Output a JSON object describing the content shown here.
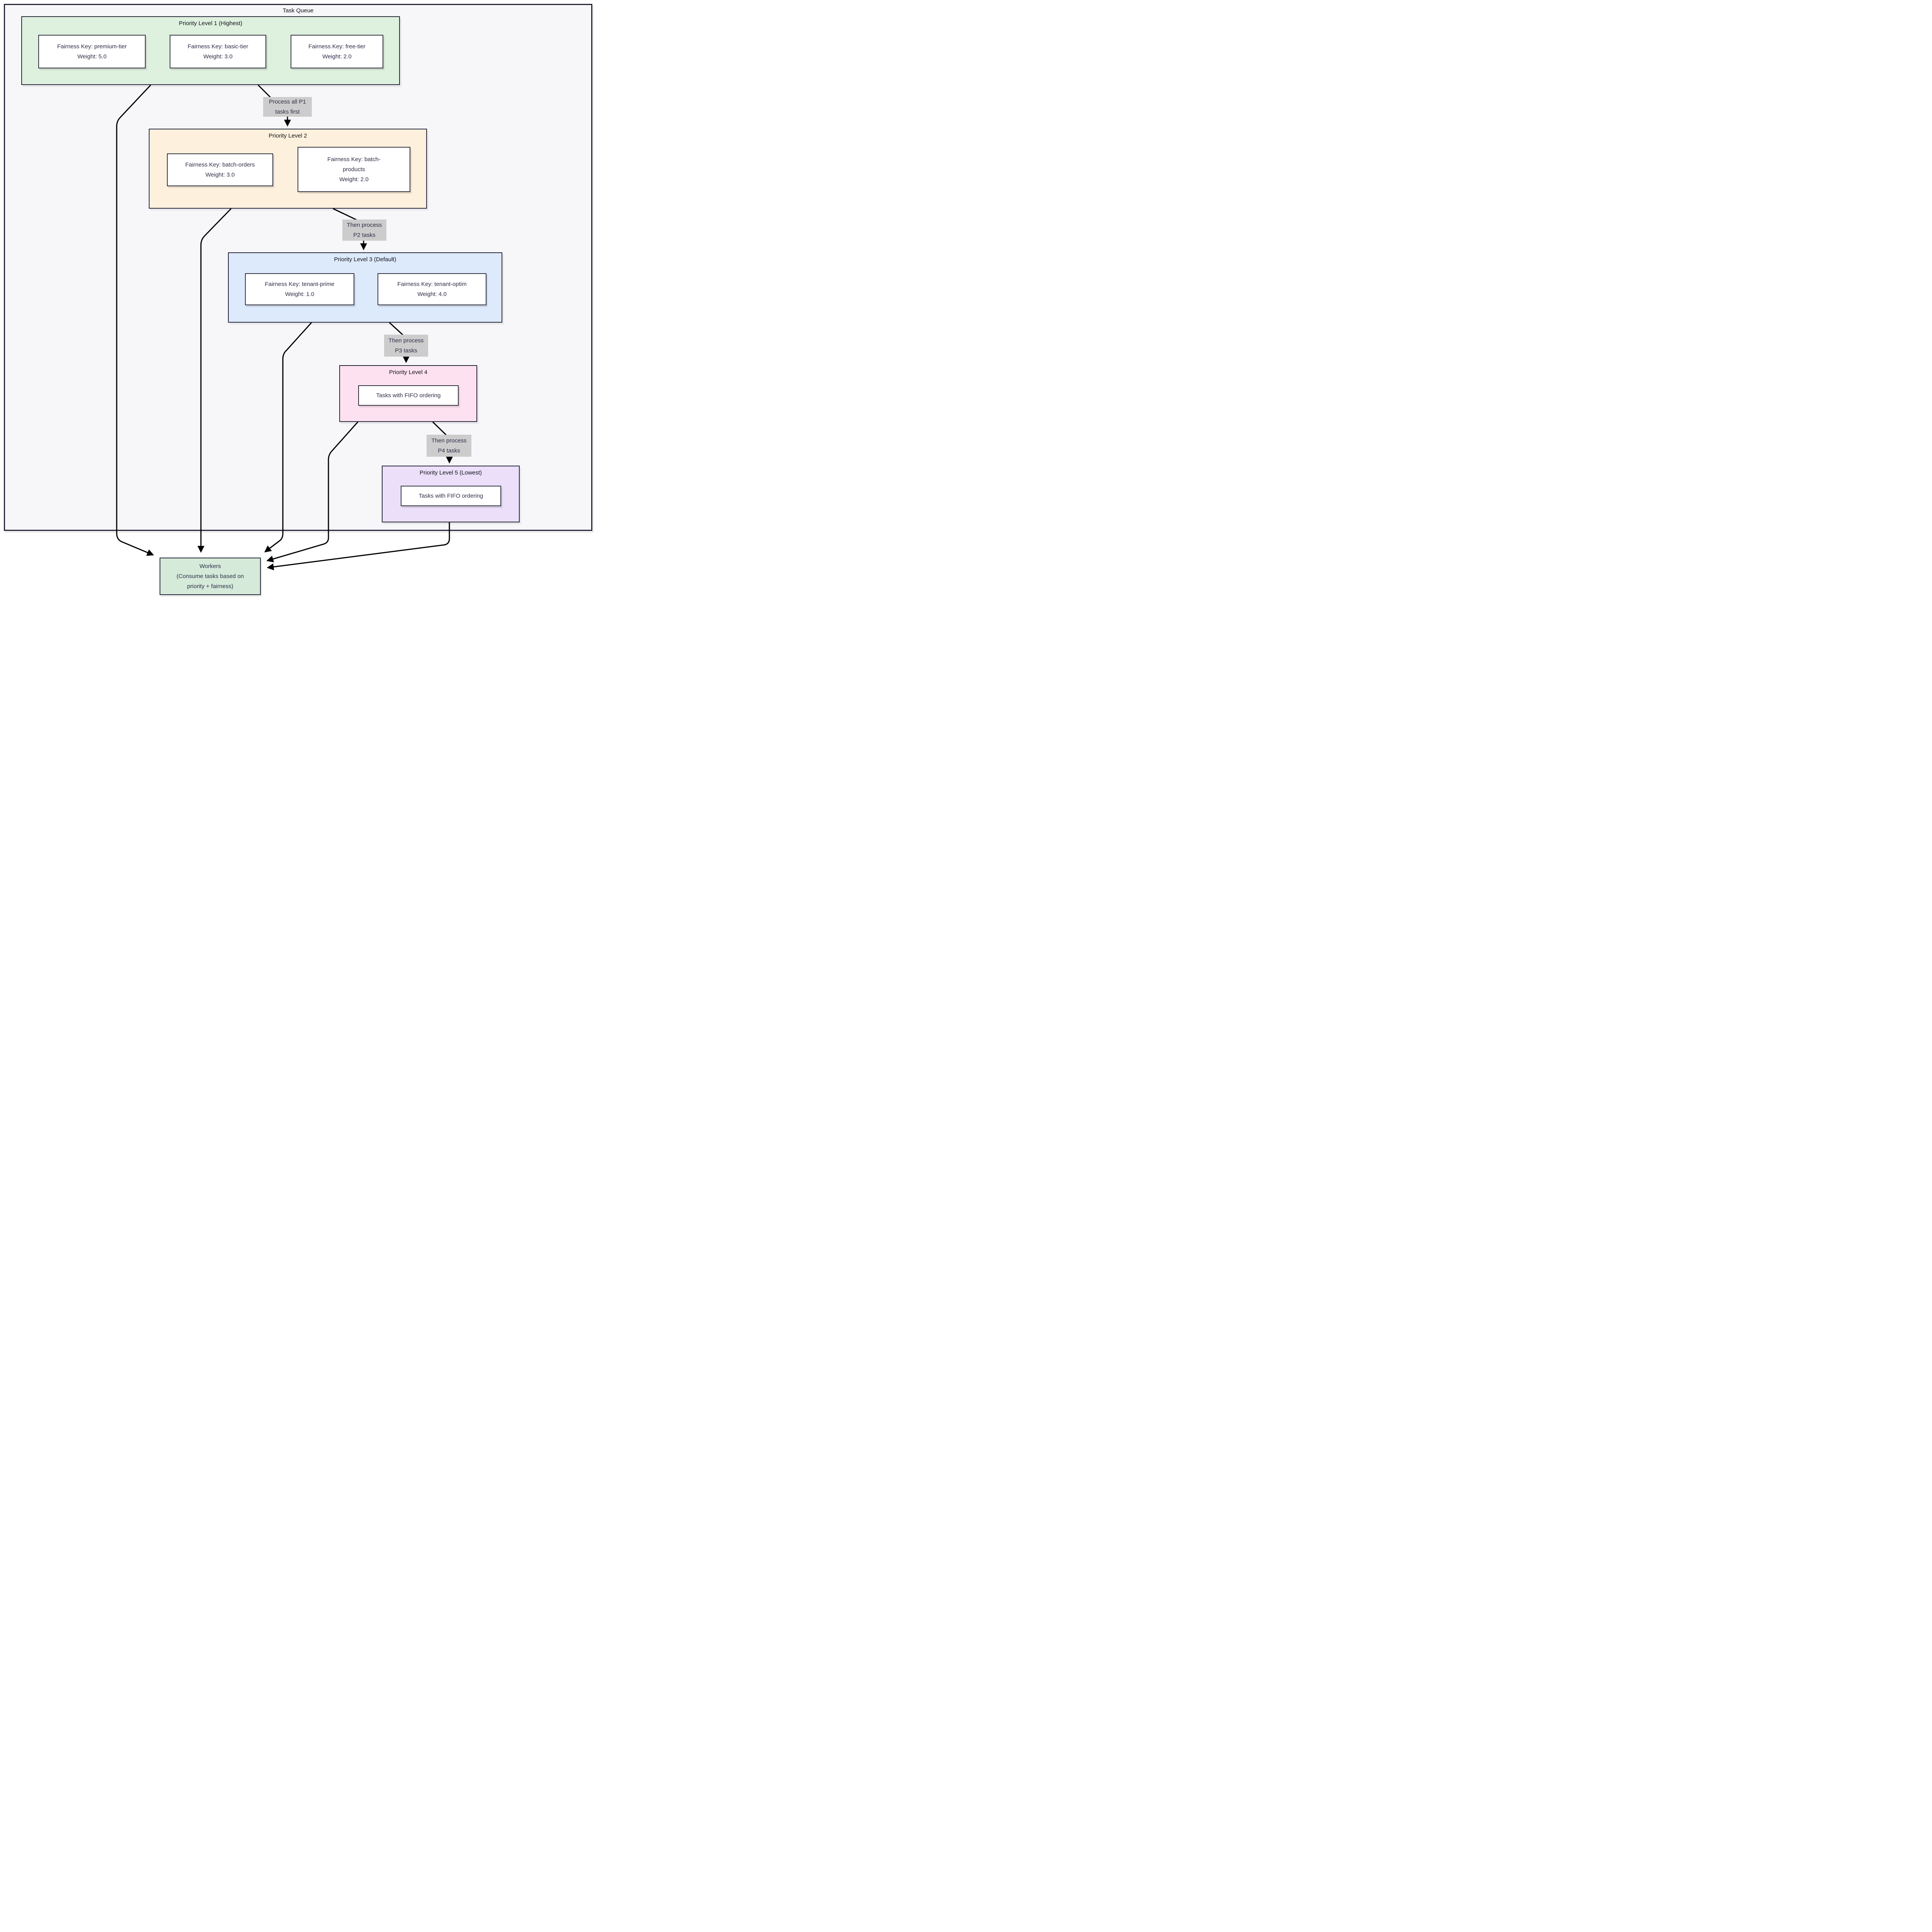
{
  "task_queue": {
    "title": "Task Queue",
    "levels": [
      {
        "title": "Priority Level 1 (Highest)",
        "color": "#def0de",
        "items": [
          {
            "lines": [
              "Fairness Key: premium-tier",
              "Weight: 5.0"
            ]
          },
          {
            "lines": [
              "Fairness Key: basic-tier",
              "Weight: 3.0"
            ]
          },
          {
            "lines": [
              "Fairness Key: free-tier",
              "Weight: 2.0"
            ]
          }
        ]
      },
      {
        "title": "Priority Level 2",
        "color": "#fdf1dd",
        "items": [
          {
            "lines": [
              "Fairness Key: batch-orders",
              "Weight: 3.0"
            ]
          },
          {
            "lines": [
              "Fairness Key: batch-",
              "products",
              "Weight: 2.0"
            ]
          }
        ]
      },
      {
        "title": "Priority Level 3 (Default)",
        "color": "#ddeafc",
        "items": [
          {
            "lines": [
              "Fairness Key: tenant-prime",
              "Weight: 1.0"
            ]
          },
          {
            "lines": [
              "Fairness Key: tenant-optim",
              "Weight: 4.0"
            ]
          }
        ]
      },
      {
        "title": "Priority Level 4",
        "color": "#fde1f0",
        "items": [
          {
            "lines": [
              "Tasks with FIFO ordering"
            ]
          }
        ]
      },
      {
        "title": "Priority Level 5 (Lowest)",
        "color": "#ebdff9",
        "items": [
          {
            "lines": [
              "Tasks with FIFO ordering"
            ]
          }
        ]
      }
    ]
  },
  "edge_labels": [
    {
      "lines": [
        "Process all P1",
        "tasks first"
      ]
    },
    {
      "lines": [
        "Then process",
        "P2 tasks"
      ]
    },
    {
      "lines": [
        "Then process",
        "P3 tasks"
      ]
    },
    {
      "lines": [
        "Then process",
        "P4 tasks"
      ]
    }
  ],
  "workers": {
    "lines": [
      "Workers",
      "(Consume tasks based on",
      "priority + fairness)"
    ]
  },
  "colors": {
    "container_background": "#f7f7fa",
    "container_border": "#27273a",
    "item_border": "#333340",
    "edge_label_background": "#cccccc",
    "arrow": "#000000",
    "text": "#2e2e48",
    "workers_background": "#d5ead9"
  }
}
